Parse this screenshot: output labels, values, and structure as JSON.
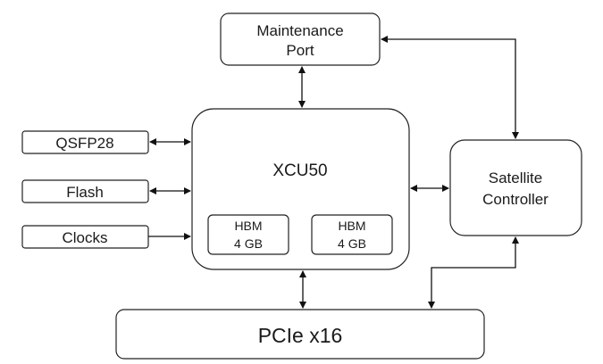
{
  "blocks": {
    "maintenance_port": {
      "line1": "Maintenance",
      "line2": "Port"
    },
    "xcu50": {
      "label": "XCU50"
    },
    "hbm_left": {
      "line1": "HBM",
      "line2": "4 GB"
    },
    "hbm_right": {
      "line1": "HBM",
      "line2": "4 GB"
    },
    "satellite_controller": {
      "line1": "Satellite",
      "line2": "Controller"
    },
    "qsfp28": {
      "label": "QSFP28"
    },
    "flash": {
      "label": "Flash"
    },
    "clocks": {
      "label": "Clocks"
    },
    "pcie": {
      "label": "PCIe x16"
    }
  },
  "colors": {
    "stroke": "#222222",
    "fill": "#ffffff",
    "text": "#1a1a1a"
  }
}
